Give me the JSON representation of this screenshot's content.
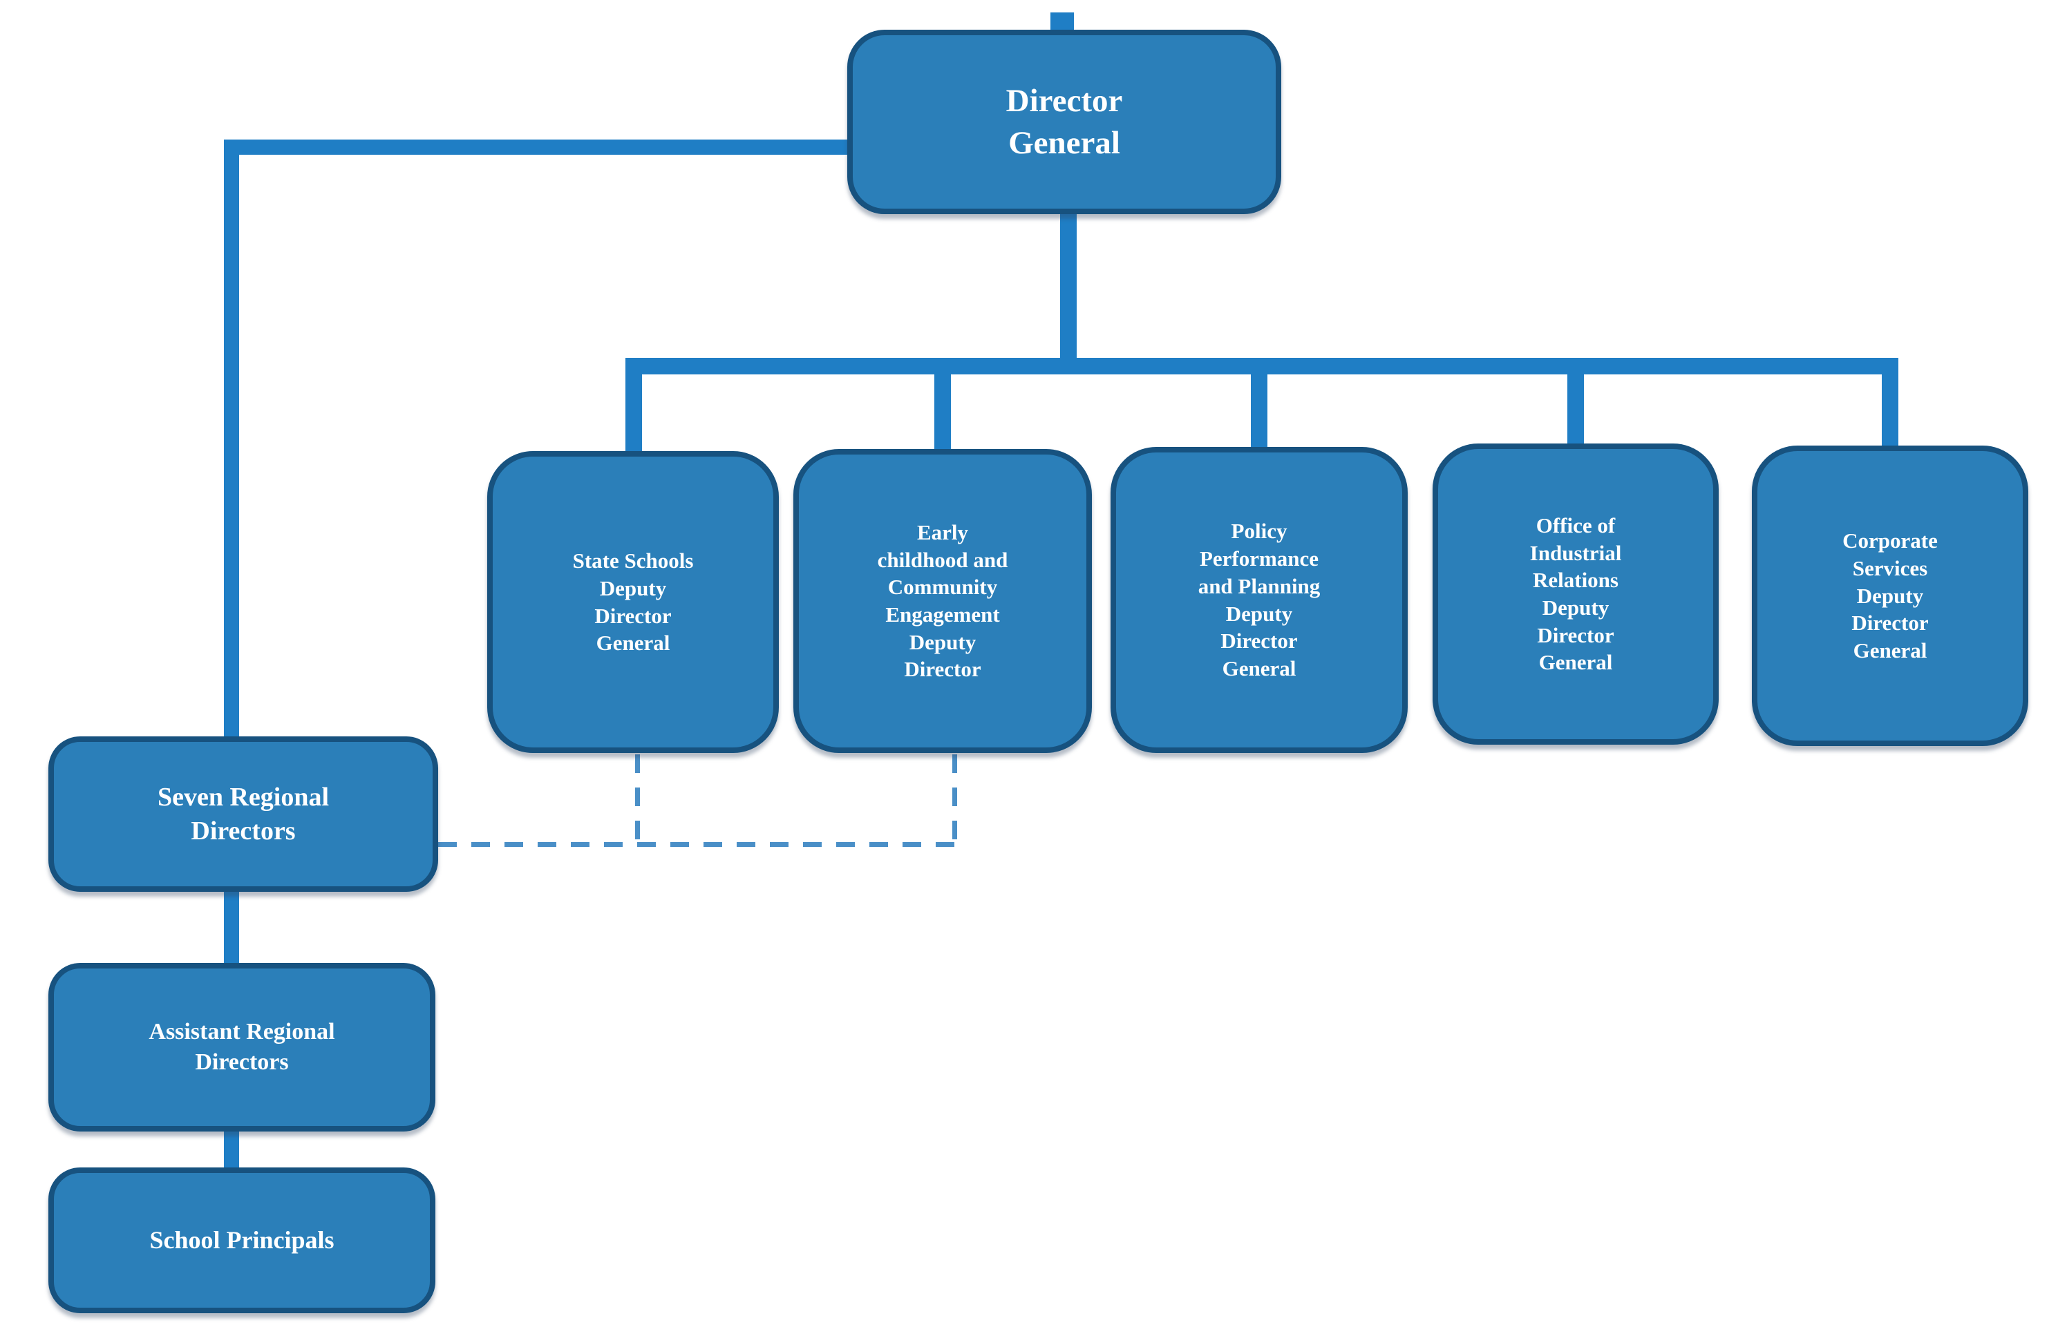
{
  "diagram": {
    "type": "org-chart",
    "colors": {
      "node_fill": "#2b7fb9",
      "node_border": "#17527f",
      "connector_line": "#1f7ec5",
      "dashed_line": "#4a8fc7",
      "text": "#ffffff",
      "background": "#ffffff"
    },
    "nodes": {
      "director_general": {
        "label": "Director\nGeneral"
      },
      "state_schools": {
        "label": "State Schools\nDeputy\nDirector\nGeneral"
      },
      "early_childhood": {
        "label": "Early\nchildhood and\nCommunity\nEngagement\nDeputy\nDirector"
      },
      "policy_performance": {
        "label": "Policy\nPerformance\nand Planning\nDeputy\nDirector\nGeneral"
      },
      "industrial_relations": {
        "label": "Office of\nIndustrial\nRelations\nDeputy\nDirector\nGeneral"
      },
      "corporate_services": {
        "label": "Corporate\nServices\nDeputy\nDirector\nGeneral"
      },
      "seven_regional": {
        "label": "Seven Regional\nDirectors"
      },
      "assistant_regional": {
        "label": "Assistant Regional\nDirectors"
      },
      "school_principals": {
        "label": "School Principals"
      }
    },
    "relationships": [
      {
        "from": "director_general",
        "to": "state_schools",
        "style": "solid"
      },
      {
        "from": "director_general",
        "to": "early_childhood",
        "style": "solid"
      },
      {
        "from": "director_general",
        "to": "policy_performance",
        "style": "solid"
      },
      {
        "from": "director_general",
        "to": "industrial_relations",
        "style": "solid"
      },
      {
        "from": "director_general",
        "to": "corporate_services",
        "style": "solid"
      },
      {
        "from": "director_general",
        "to": "seven_regional",
        "style": "solid"
      },
      {
        "from": "seven_regional",
        "to": "assistant_regional",
        "style": "solid"
      },
      {
        "from": "assistant_regional",
        "to": "school_principals",
        "style": "solid"
      },
      {
        "from": "seven_regional",
        "to": "state_schools",
        "style": "dashed"
      },
      {
        "from": "seven_regional",
        "to": "early_childhood",
        "style": "dashed"
      }
    ]
  }
}
